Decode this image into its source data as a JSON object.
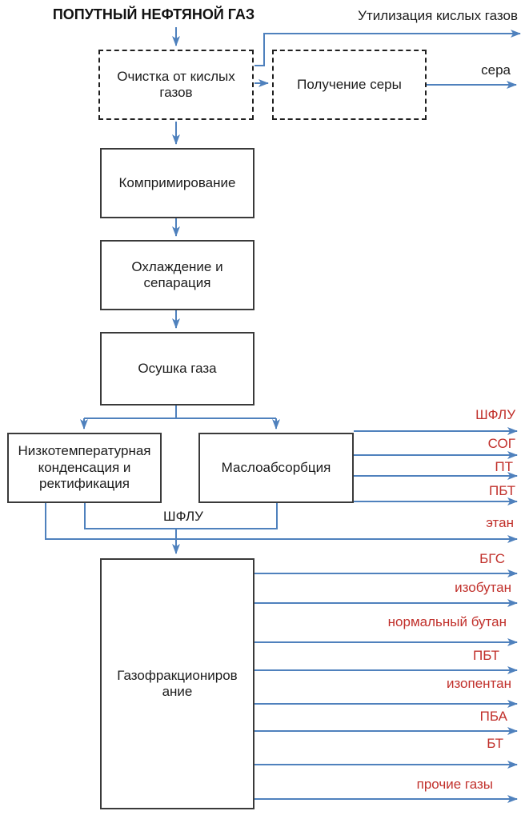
{
  "diagram": {
    "title": "ПОПУТНЫЙ НЕФТЯНОЙ ГАЗ",
    "colors": {
      "connector_blue": "#4f81bd",
      "product_red": "#c1302b",
      "text_black": "#1c1c1c"
    },
    "nodes": {
      "acid_cleaning": {
        "label": "Очистка от кислых газов"
      },
      "sulfur_production": {
        "label": "Получение серы"
      },
      "compression": {
        "label": "Компримирование"
      },
      "cooling_separation": {
        "label": "Охлаждение и сепарация"
      },
      "gas_drying": {
        "label": "Осушка газа"
      },
      "low_temp_condensation": {
        "label": "Низкотемпературная конденсация и ректификация"
      },
      "oil_absorption": {
        "label": "Маслоабсорбция"
      },
      "gas_fractionation": {
        "label": "Газофракциониров\nание"
      }
    },
    "streams": {
      "acid_gas_utilization": "Утилизация кислых газов",
      "sulfur": "сера",
      "shflu_junction": "ШФЛУ"
    },
    "absorption_outputs": [
      "ШФЛУ",
      "СОГ",
      "ПТ",
      "ПБТ"
    ],
    "ethane_output": "этан",
    "fractionation_outputs": [
      "БГС",
      "изобутан",
      "нормальный бутан",
      "ПБТ",
      "изопентан",
      "ПБА",
      "БТ",
      "прочие газы"
    ]
  }
}
